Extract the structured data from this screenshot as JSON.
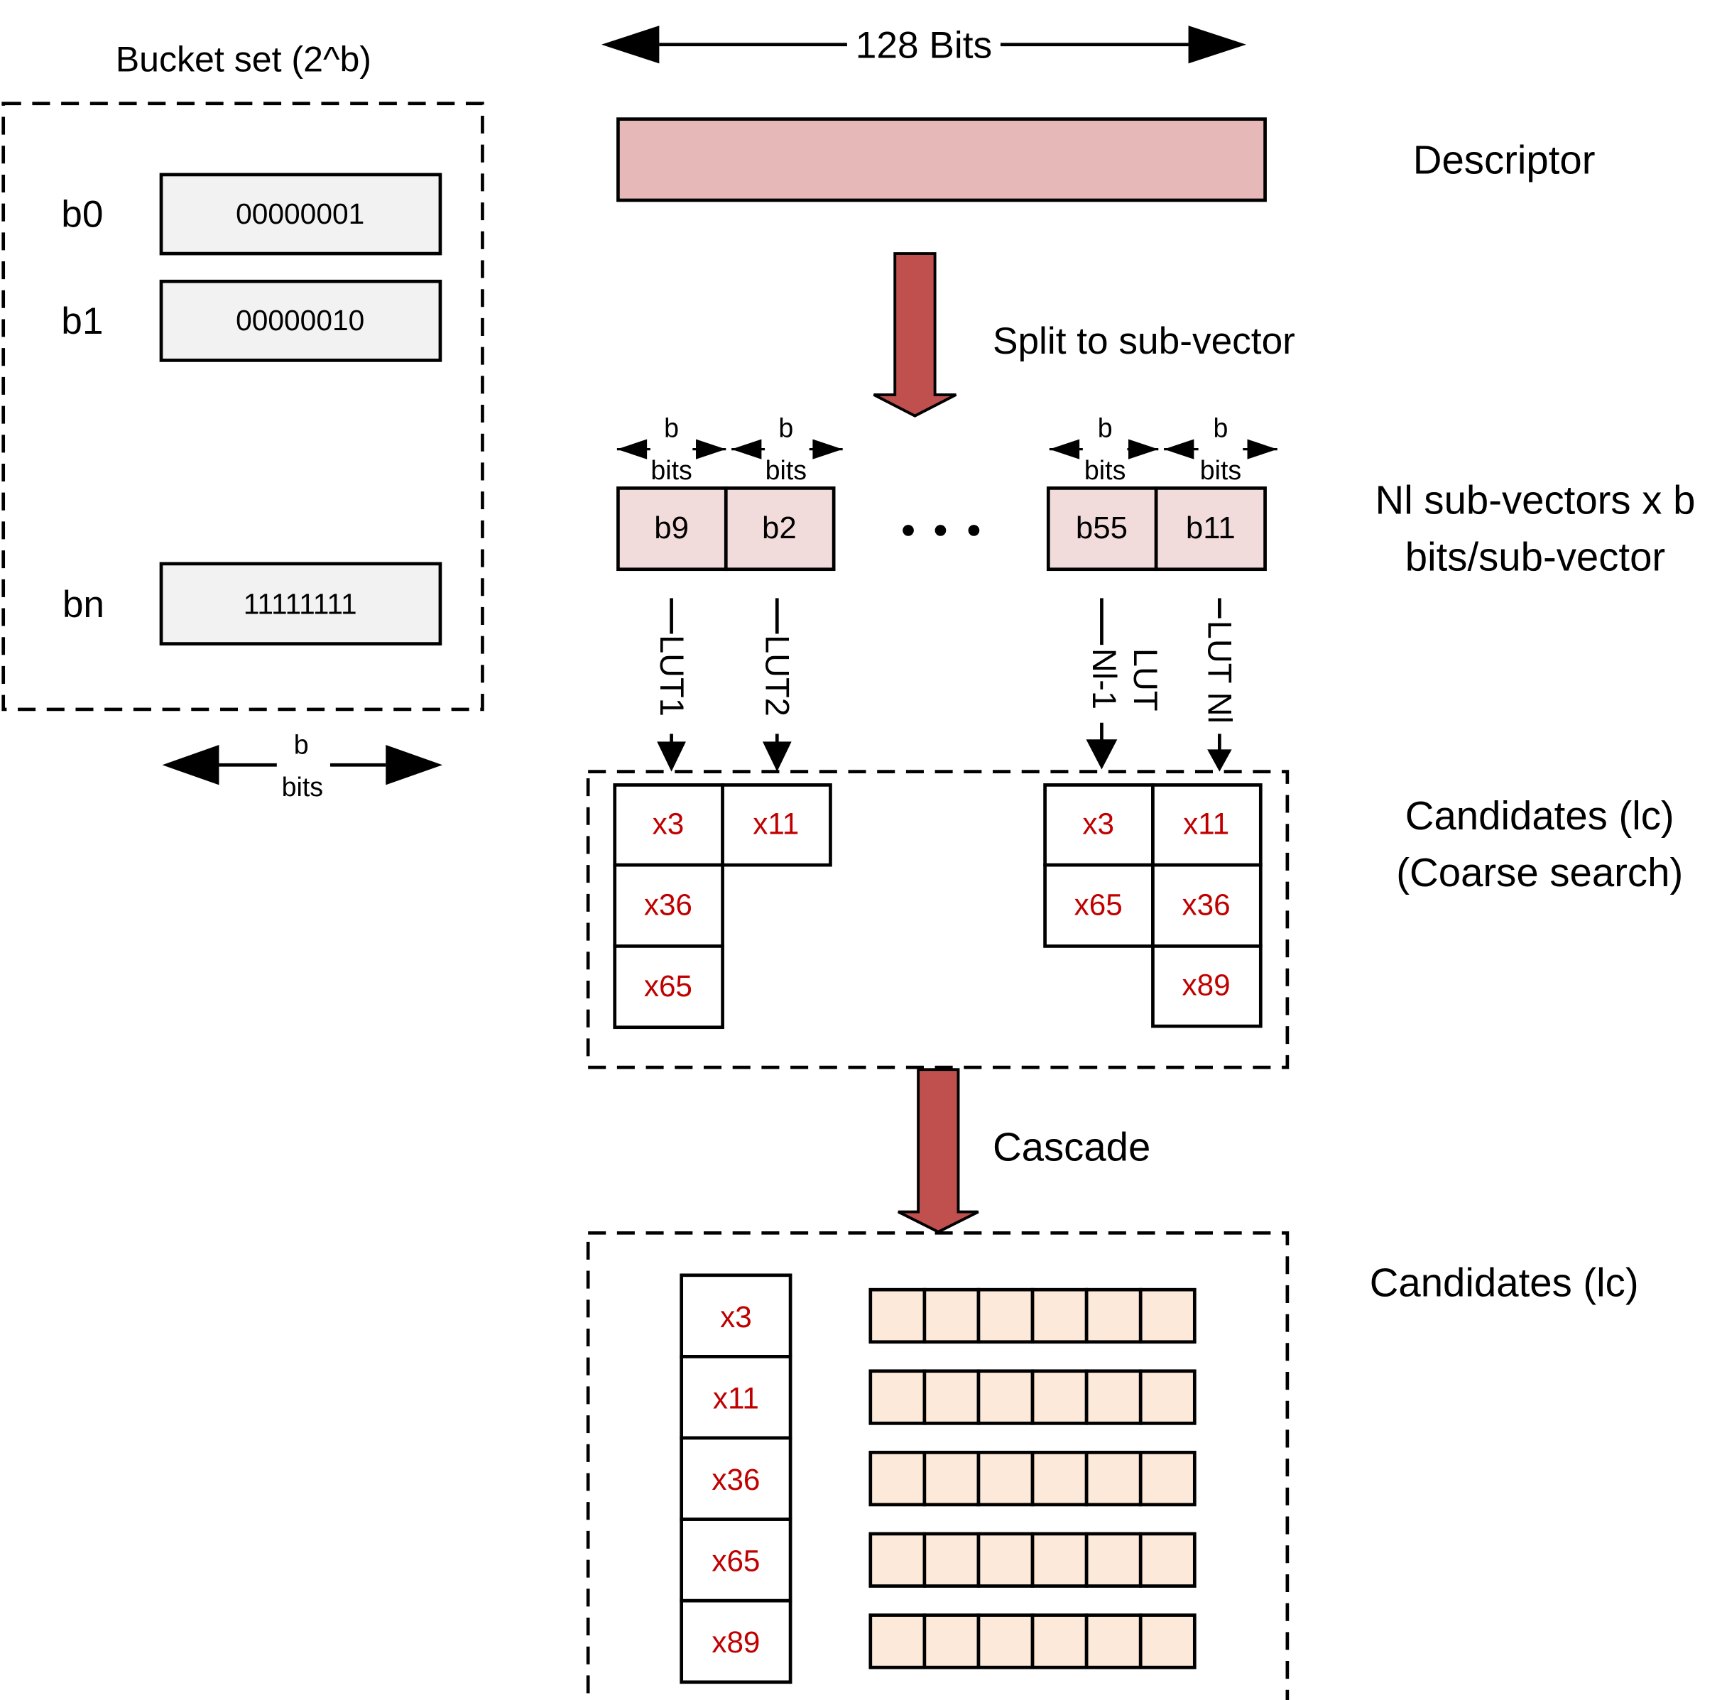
{
  "bucket_set": {
    "title": "Bucket set (2^b)",
    "rows": [
      {
        "label": "b0",
        "value": "00000001"
      },
      {
        "label": "b1",
        "value": "00000010"
      },
      {
        "label": "bn",
        "value": "11111111"
      }
    ],
    "width_label_top": "b",
    "width_label_bottom": "bits"
  },
  "descriptor": {
    "width_label": "128 Bits",
    "label": "Descriptor"
  },
  "split": {
    "label": "Split to sub-vector"
  },
  "subvectors": {
    "width_label_top": "b",
    "width_label_bottom": "bits",
    "cells": [
      "b9",
      "b2",
      "b55",
      "b11"
    ],
    "label_line1": "Nl sub-vectors x b",
    "label_line2": "bits/sub-vector"
  },
  "luts": {
    "lut1": "LUT1",
    "lut2": "LUT2",
    "lut3_line1": "LUT",
    "lut3_line2": "Nl-1",
    "lut4": "LUT Nl"
  },
  "coarse": {
    "label_line1": "Candidates (lc)",
    "label_line2": "(Coarse search)",
    "left_col1": [
      "x3",
      "x36",
      "x65"
    ],
    "left_col2": [
      "x11"
    ],
    "right_col1": [
      "x3",
      "x65"
    ],
    "right_col2": [
      "x11",
      "x36",
      "x89"
    ]
  },
  "cascade": {
    "label": "Cascade"
  },
  "final": {
    "label": "Candidates (lc)",
    "items": [
      "x3",
      "x11",
      "x36",
      "x65",
      "x89"
    ]
  },
  "colors": {
    "descriptor_fill": "#e6b8b7",
    "subvector_fill": "#f2dcdb",
    "arrow_fill": "#c0504d",
    "bucket_fill": "#f2f2f2",
    "candidate_text": "#c00000",
    "feature_fill": "#fde9d9"
  }
}
